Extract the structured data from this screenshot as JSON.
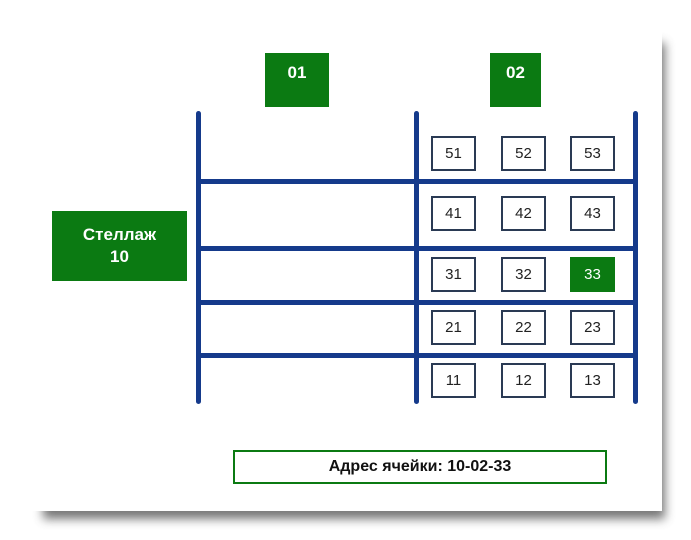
{
  "sections": [
    {
      "label": "01"
    },
    {
      "label": "02"
    }
  ],
  "rack": {
    "line1": "Стеллаж",
    "line2": "10"
  },
  "cells": [
    {
      "rows": [
        "51",
        "52",
        "53"
      ]
    },
    {
      "rows": [
        "41",
        "42",
        "43"
      ]
    },
    {
      "rows": [
        "31",
        "32",
        "33"
      ]
    },
    {
      "rows": [
        "21",
        "22",
        "23"
      ]
    },
    {
      "rows": [
        "11",
        "12",
        "13"
      ]
    }
  ],
  "selected_cell": "33",
  "address": {
    "text": "Адрес ячейки: 10-02-33"
  },
  "colors": {
    "green": "#0b7a12",
    "rack_lines": "#153a8b",
    "cell_border": "#2a3a54"
  }
}
